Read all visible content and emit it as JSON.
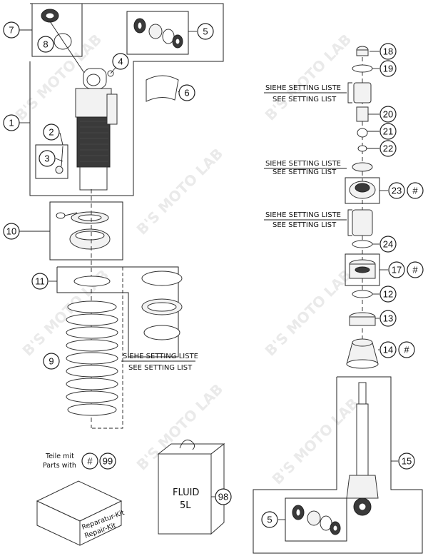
{
  "callouts": {
    "c1": "1",
    "c2": "2",
    "c3": "3",
    "c4": "4",
    "c5a": "5",
    "c5b": "5",
    "c6": "6",
    "c7": "7",
    "c8": "8",
    "c9": "9",
    "c10": "10",
    "c11": "11",
    "c12": "12",
    "c13": "13",
    "c14": "14",
    "c15": "15",
    "c17": "17",
    "c18": "18",
    "c19": "19",
    "c20": "20",
    "c21": "21",
    "c22": "22",
    "c23": "23",
    "c24": "24",
    "c98": "98",
    "c99": "99",
    "hash23": "#",
    "hash17": "#",
    "hash14": "#",
    "hash_legend": "#"
  },
  "setting_notes": {
    "left_de": "SIEHE SETTING LISTE",
    "left_en": "SEE SETTING LIST",
    "r1_de": "SIEHE SETTING LISTE",
    "r1_en": "SEE SETTING LIST",
    "r2_de": "SIEHE SETTING LISTE",
    "r2_en": "SEE SETTING LIST",
    "r3_de": "SIEHE SETTING LISTE",
    "r3_en": "SEE SETTING LIST"
  },
  "legend": {
    "line1": "Teile mit",
    "line2": "Parts with"
  },
  "kit_box": {
    "line1": "Reparatur-Kit",
    "line2": "Repair-Kit"
  },
  "fluid_can": {
    "line1": "FLUID",
    "line2": "5L"
  },
  "watermark": "B'S MOTO LAB"
}
